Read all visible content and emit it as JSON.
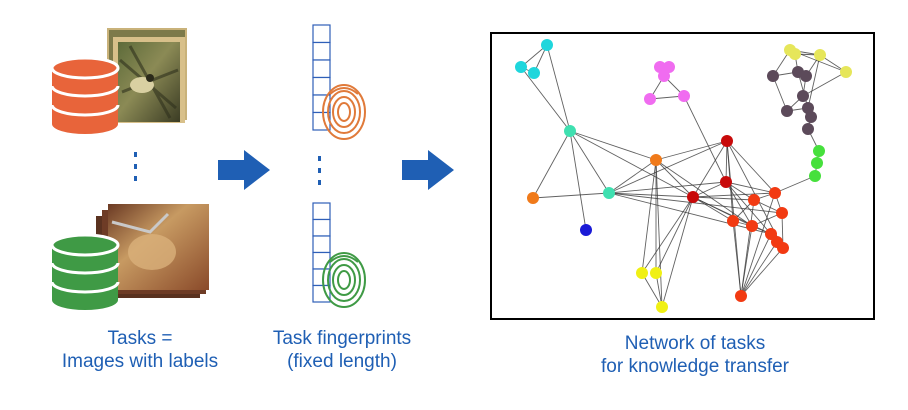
{
  "captions": {
    "tasks": {
      "line1": "Tasks =",
      "line2": "Images with labels"
    },
    "fingerprints": {
      "line1": "Task fingerprints",
      "line2": "(fixed length)"
    },
    "network": {
      "line1": "Network of tasks",
      "line2": "for knowledge transfer"
    }
  },
  "colors": {
    "caption_text": "#1f5fb4",
    "arrow": "#1f5fb4",
    "database_top": "#e8643a",
    "database_bottom": "#3f9a45",
    "fingerprint_top": "#e07a3a",
    "fingerprint_bottom": "#3f9a45",
    "vector_border": "#2f5fb8",
    "network_border": "#000000",
    "edge": "#3a3a3a"
  },
  "icons": {
    "top_database": "database-icon",
    "bottom_database": "database-icon",
    "top_images": "bird-photo-stack",
    "bottom_images": "surgery-photo-stack",
    "fingerprint": "fingerprint-icon",
    "ellipsis": "vertical-ellipsis-icon",
    "arrow": "right-arrow-icon"
  },
  "network_graph": {
    "node_colors": {
      "cyan": "#1fd6dc",
      "mint": "#3fe0b0",
      "magenta": "#f06cf0",
      "olive": "#e6e65a",
      "gray": "#5c4a5a",
      "green": "#46e03c",
      "orange": "#f07a1a",
      "darkred": "#c80a0a",
      "red": "#f23a12",
      "blue": "#1a1ad6",
      "yellow": "#f0f014"
    }
  }
}
